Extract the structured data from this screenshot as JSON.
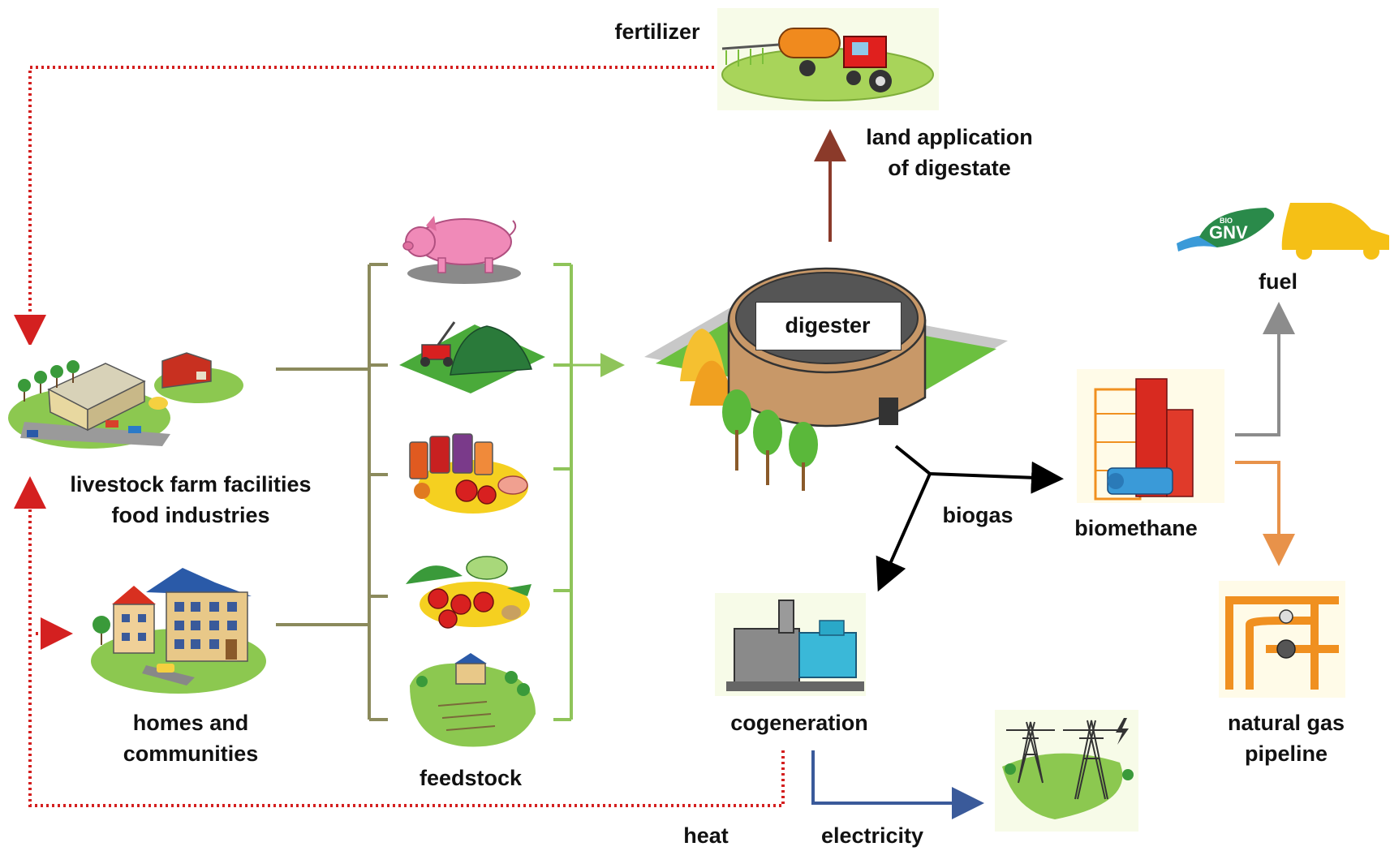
{
  "labels": {
    "fertilizer": "fertilizer",
    "land_application_line1": "land application",
    "land_application_line2": "of digestate",
    "fuel": "fuel",
    "digester": "digester",
    "livestock_line1": "livestock farm facilities",
    "livestock_line2": "food industries",
    "homes_line1": "homes and",
    "homes_line2": "communities",
    "feedstock": "feedstock",
    "biogas": "biogas",
    "biomethane": "biomethane",
    "cogeneration": "cogeneration",
    "natural_gas_line1": "natural gas",
    "natural_gas_line2": "pipeline",
    "heat": "heat",
    "electricity": "electricity",
    "gnv_badge_small": "BIO",
    "gnv_badge": "GNV"
  },
  "colors": {
    "feedstock_bracket_left": "#8b8a5c",
    "feedstock_bracket_right": "#8fc45a",
    "digestate_arrow": "#8b3a2a",
    "biogas_arrow": "#000000",
    "fuel_arrow": "#8c8c8c",
    "pipeline_arrow": "#e8924a",
    "electricity_arrow": "#3a5a9a",
    "recycle_dotted": "#d42020"
  }
}
